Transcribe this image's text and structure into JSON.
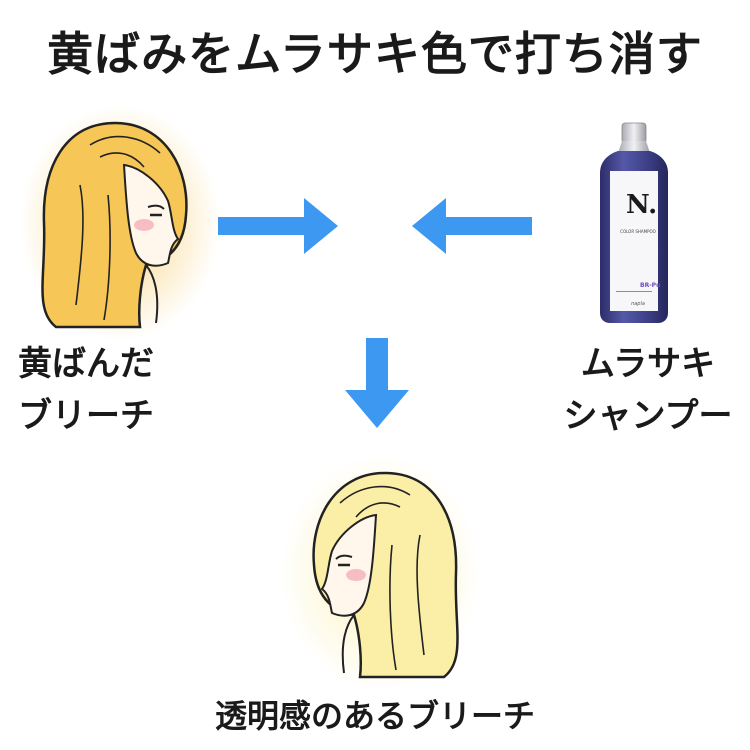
{
  "title": "黄ばみをムラサキ色で打ち消す",
  "labels": {
    "yellow_hair": [
      "黄ばんだ",
      "ブリーチ"
    ],
    "shampoo": [
      "ムラサキ",
      "シャンプー"
    ],
    "result": "透明感のあるブリーチ"
  },
  "bottle": {
    "logo": "N.",
    "product": "COLOR SHAMPOO",
    "variant": "BR-Pu",
    "brand": "napla"
  },
  "colors": {
    "arrow": "#3d98f2",
    "yellow_hair": "#f6c757",
    "light_hair": "#fbefa8",
    "bottle_body": "#3d3f86",
    "cap": "#dcdce2",
    "cheek": "#f7b3bd"
  }
}
